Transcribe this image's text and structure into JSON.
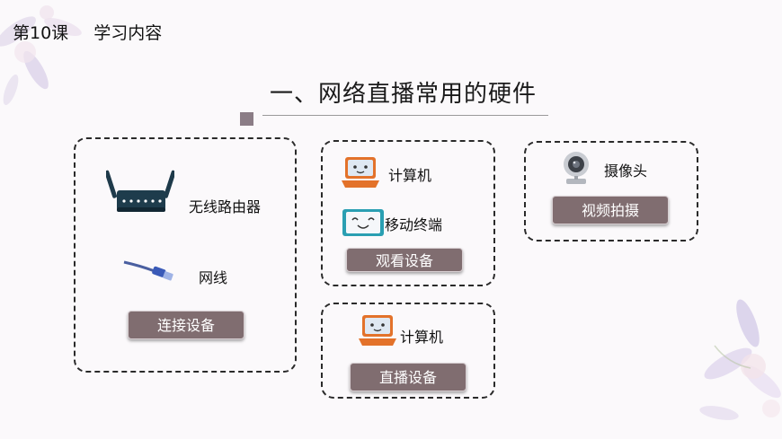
{
  "header": {
    "lesson": "第10课",
    "topic": "学习内容"
  },
  "section": {
    "title": "一、网络直播常用的硬件"
  },
  "colors": {
    "accent": "#806d70",
    "square": "#8b7d86",
    "border": "#2a2a2a"
  },
  "cards": {
    "connection": {
      "items": [
        {
          "icon": "wireless-router-icon",
          "label": "无线路由器"
        },
        {
          "icon": "network-cable-icon",
          "label": "网线"
        }
      ],
      "button": "连接设备"
    },
    "viewing": {
      "items": [
        {
          "icon": "laptop-icon",
          "label": "计算机"
        },
        {
          "icon": "mobile-terminal-icon",
          "label": "移动终端"
        }
      ],
      "button": "观看设备"
    },
    "broadcasting": {
      "items": [
        {
          "icon": "laptop-icon",
          "label": "计算机"
        }
      ],
      "button": "直播设备"
    },
    "video": {
      "items": [
        {
          "icon": "webcam-icon",
          "label": "摄像头"
        }
      ],
      "button": "视频拍摄"
    }
  }
}
